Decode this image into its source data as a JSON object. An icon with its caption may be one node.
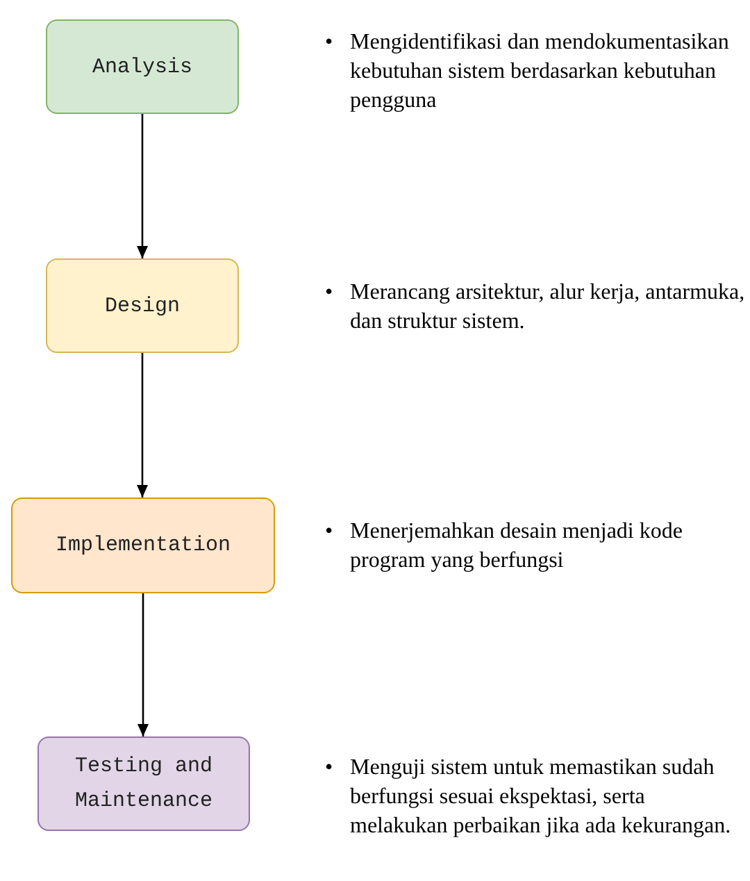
{
  "diagram": {
    "nodes": [
      {
        "text": [
          "Analysis"
        ]
      },
      {
        "text": [
          "Design"
        ]
      },
      {
        "text": [
          "Implementation"
        ]
      },
      {
        "text": [
          "Testing and Maintenance"
        ]
      }
    ],
    "edges": [
      {
        "from": 0,
        "to": 1,
        "arrow": "to"
      },
      {
        "from": 1,
        "to": 2,
        "arrow": "to"
      },
      {
        "from": 2,
        "to": 3,
        "arrow": "to"
      }
    ],
    "labels": [
      "•",
      "Mengidentifikasi dan mendokumentasikan kebutuhan sistem berdasarkan kebutuhan pengguna",
      "•",
      "Merancang arsitektur, alur kerja, antarmuka, dan struktur sistem.",
      "•",
      "Menerjemahkan desain menjadi kode program yang berfungsi",
      "•",
      "Menguji sistem untuk memastikan sudah berfungsi sesuai ekspektasi, serta melakukan perbaikan jika ada kekurangan."
    ]
  }
}
